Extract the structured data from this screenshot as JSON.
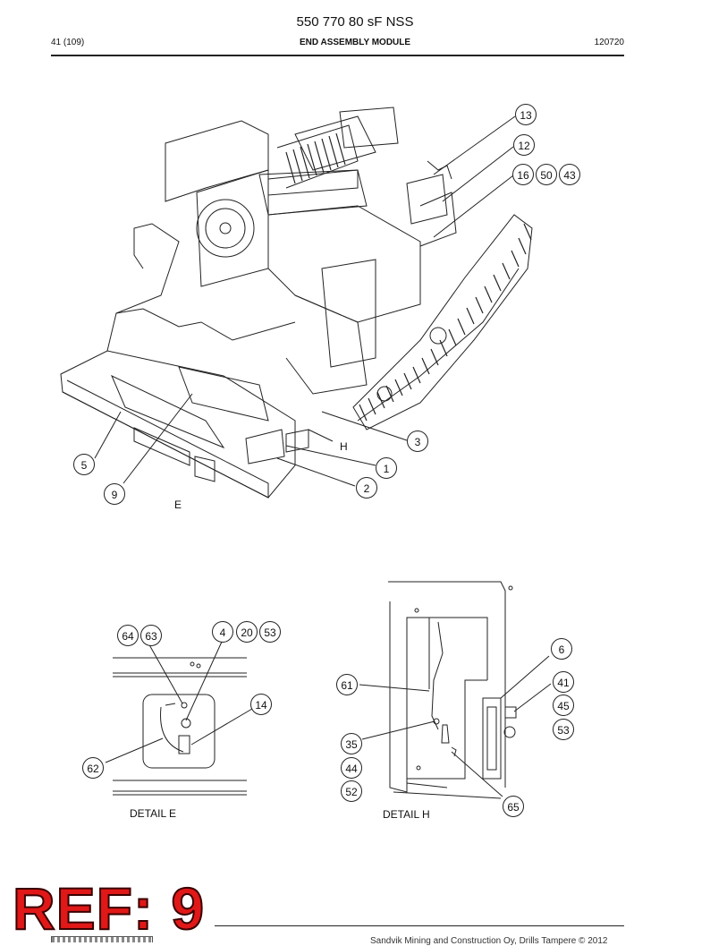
{
  "header": {
    "doc_number": "550 770 80 sF NSS",
    "page": "41 (109)",
    "module": "END ASSEMBLY MODULE",
    "date": "120720"
  },
  "main_view": {
    "callouts": [
      "13",
      "12",
      "16",
      "50",
      "43",
      "3",
      "1",
      "2",
      "5",
      "9"
    ],
    "detail_letters": [
      "H",
      "E"
    ]
  },
  "detail_e": {
    "caption": "DETAIL E",
    "callouts": [
      "64",
      "63",
      "4",
      "20",
      "53",
      "14",
      "62"
    ]
  },
  "detail_h": {
    "caption": "DETAIL H",
    "callouts": [
      "6",
      "61",
      "41",
      "45",
      "53",
      "35",
      "44",
      "52",
      "65"
    ]
  },
  "watermark": "REF: 9",
  "footer": "Sandvik Mining and Construction Oy, Drills Tampere © 2012",
  "colors": {
    "watermark": "#e01818",
    "line": "#222222"
  }
}
